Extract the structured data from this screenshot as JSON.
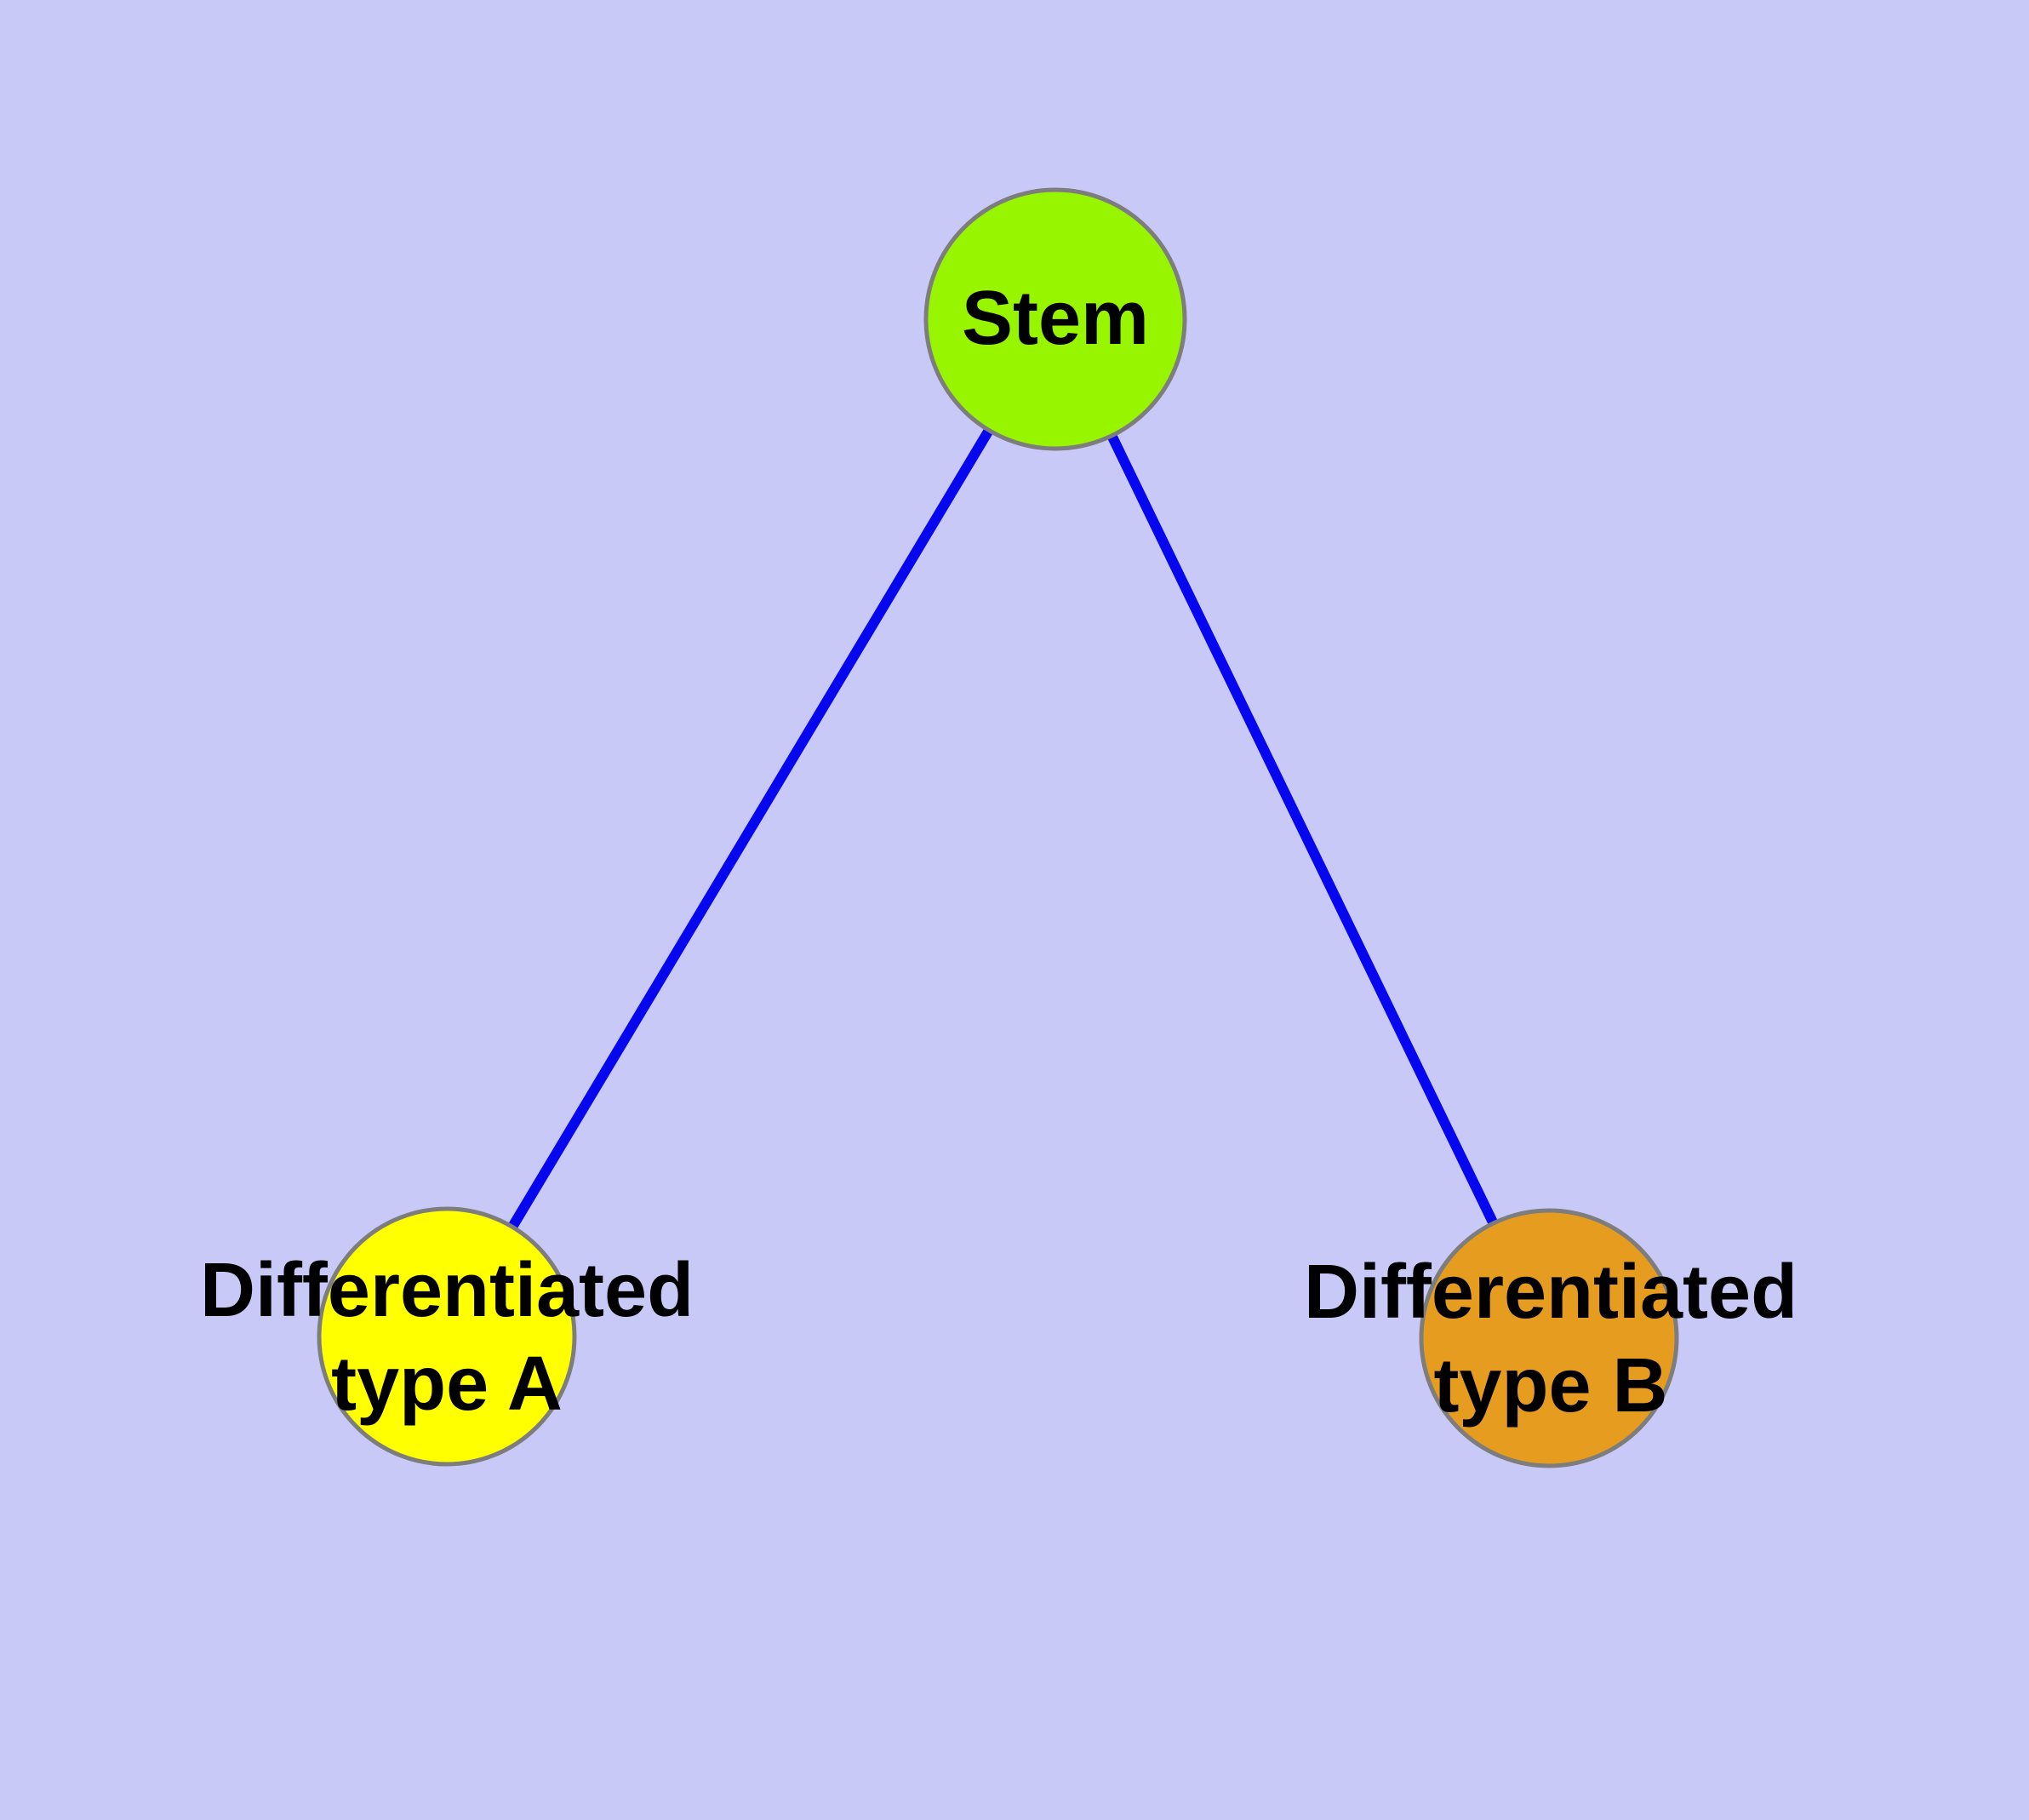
{
  "diagram": {
    "type": "graph",
    "description": "Stem cell differentiation diagram: one stem node linked to two differentiated cell-type nodes",
    "background_color": "#c9c9f8",
    "edge_color": "#0606ef",
    "node_border_color": "#7d7d7d",
    "text_color": "#000000",
    "nodes": [
      {
        "id": "stem",
        "label": "Stem",
        "color": "#98f500"
      },
      {
        "id": "diff-a",
        "label": "Differentiated\ntype A",
        "color": "#ffff00"
      },
      {
        "id": "diff-b",
        "label": "Differentiated\ntype B",
        "color": "#e69c1f"
      }
    ],
    "edges": [
      {
        "from": "stem",
        "to": "diff-a"
      },
      {
        "from": "stem",
        "to": "diff-b"
      }
    ]
  }
}
